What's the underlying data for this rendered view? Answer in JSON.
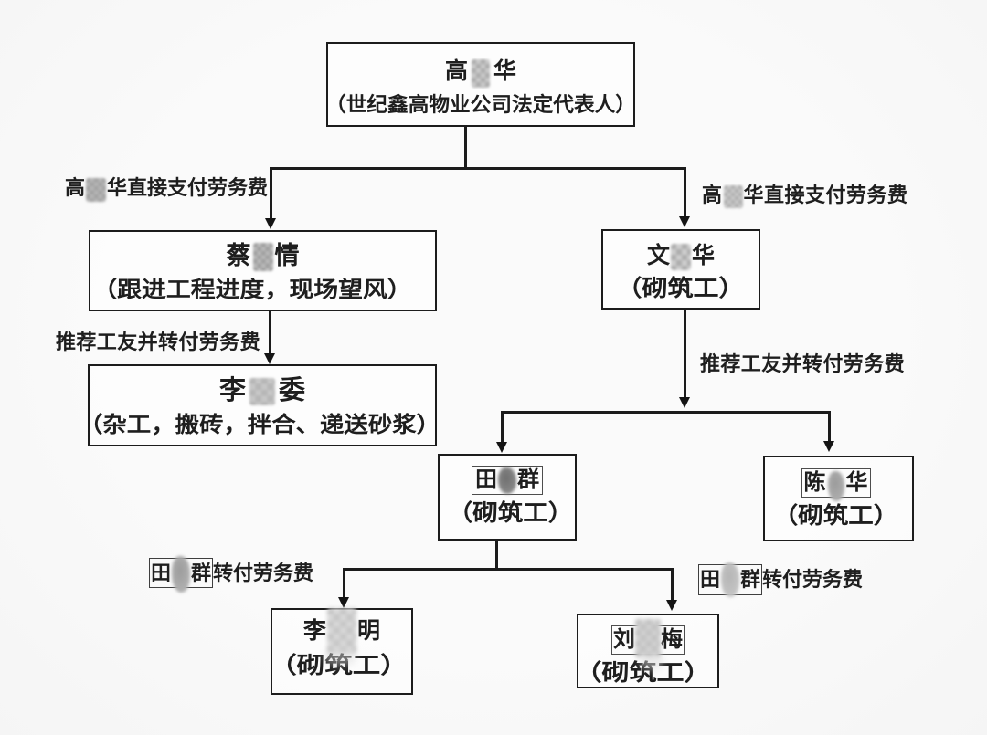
{
  "document": {
    "type": "organization-flowchart",
    "language": "zh-CN",
    "background_color": "#fafafa",
    "ink_color": "#1e1e1e",
    "censor_colors": [
      "#d6d6d6",
      "#c0c0c0",
      "#a8a8a8",
      "#8a8a8a",
      "#6f6f6f"
    ]
  },
  "nodes": {
    "gao": {
      "name_before": "高",
      "name_after": "华",
      "subtitle": "（世纪鑫高物业公司法定代表人）"
    },
    "cai": {
      "name_before": "蔡",
      "name_after": "情",
      "subtitle": "（跟进工程进度，现场望风）"
    },
    "wen": {
      "name_before": "文",
      "name_after": "华",
      "subtitle": "（砌筑工）"
    },
    "li_wei": {
      "name_before": "李",
      "name_after": "委",
      "subtitle": "（杂工，搬砖，拌合、递送砂浆）"
    },
    "tian": {
      "name_before": "田",
      "name_after": "群",
      "subtitle": "（砌筑工）"
    },
    "chen": {
      "name_before": "陈",
      "name_after": "华",
      "subtitle": "（砌筑工）"
    },
    "li_ming": {
      "name_before": "李",
      "name_after": "明",
      "subtitle": "（砌筑工）"
    },
    "liu": {
      "name_before": "刘",
      "name_after": "梅",
      "subtitle": "（砌筑工）"
    }
  },
  "edge_labels": {
    "pay_left": {
      "before": "高",
      "after": "华直接支付劳务费"
    },
    "pay_right": {
      "before": "高",
      "after": "华直接支付劳务费"
    },
    "recommend_left": "推荐工友并转付劳务费",
    "recommend_right": "推荐工友并转付劳务费",
    "transfer_left": {
      "boxed_before": "田",
      "boxed_after": "群",
      "after": "转付劳务费"
    },
    "transfer_right": {
      "boxed_before": "田",
      "boxed_after": "群",
      "after": "转付劳务费"
    }
  }
}
